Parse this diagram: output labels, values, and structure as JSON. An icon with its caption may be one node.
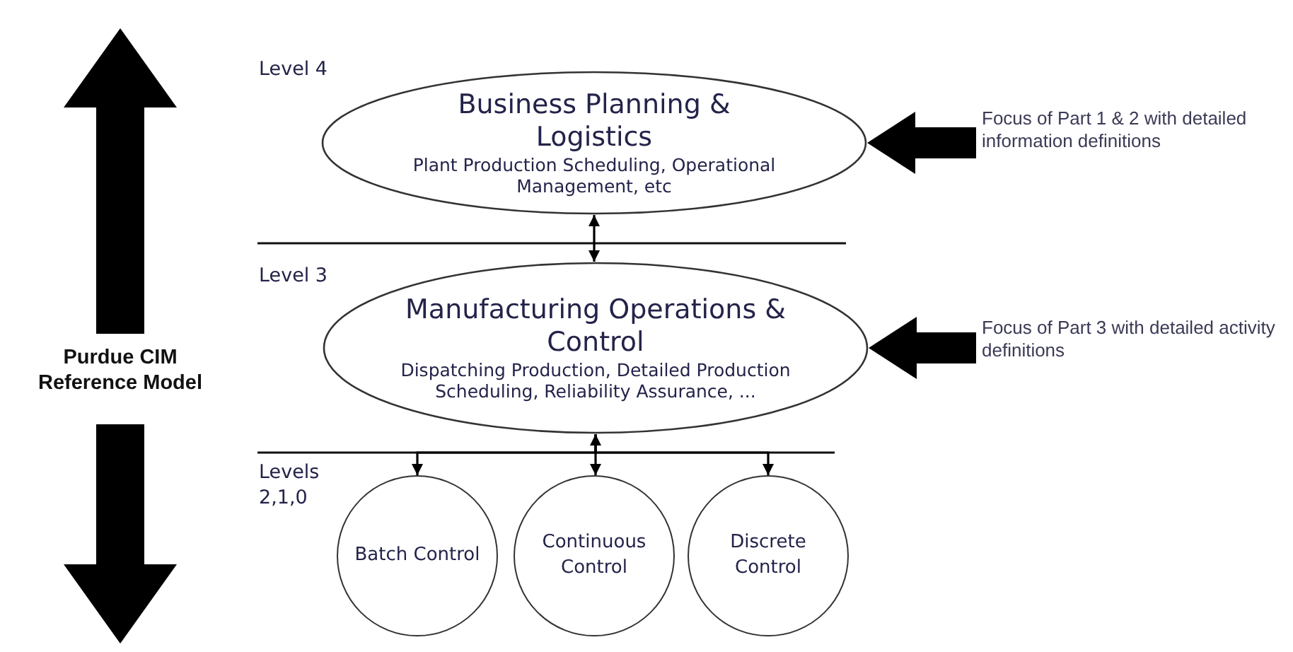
{
  "diagram": {
    "nodes": [
      {
        "text": [
          "Business Planning & Logistics",
          "Plant Production Scheduling, Operational Management, etc"
        ]
      },
      {
        "text": [
          "Manufacturing Operations & Control",
          "Dispatching Production, Detailed Production Scheduling, Reliability Assurance, ..."
        ]
      },
      {
        "text": [
          "Batch Control"
        ]
      },
      {
        "text": [
          "Continuous Control"
        ]
      },
      {
        "text": [
          "Discrete Control"
        ]
      },
      {
        "text": [
          "Focus of Part 1 & 2 with detailed information definitions"
        ]
      },
      {
        "text": [
          "Focus of Part 3 with detailed activity definitions"
        ]
      }
    ],
    "edges": [
      {
        "from": 0,
        "to": 1,
        "arrow": "both"
      },
      {
        "from": 1,
        "to": 2,
        "arrow": "to"
      },
      {
        "from": 1,
        "to": 3,
        "arrow": "both"
      },
      {
        "from": 1,
        "to": 4,
        "arrow": "to"
      },
      {
        "from": 5,
        "to": 0,
        "arrow": "to",
        "style": "thick"
      },
      {
        "from": 6,
        "to": 1,
        "arrow": "to",
        "style": "thick"
      }
    ],
    "labels": [
      "Level 4",
      "Level 3",
      "Levels 2,1,0",
      "Purdue CIM Reference Model"
    ]
  }
}
